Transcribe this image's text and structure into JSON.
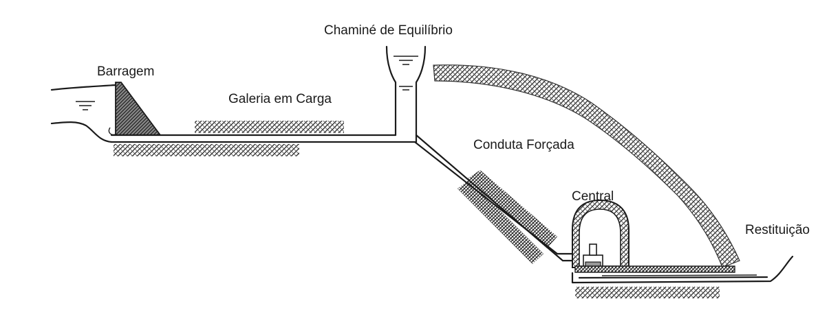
{
  "diagram": {
    "labels": {
      "surge_tank": "Chaminé de Equilíbrio",
      "dam": "Barragem",
      "tunnel": "Galeria em Carga",
      "penstock": "Conduta Forçada",
      "powerhouse": "Central",
      "tailrace": "Restituição"
    }
  }
}
